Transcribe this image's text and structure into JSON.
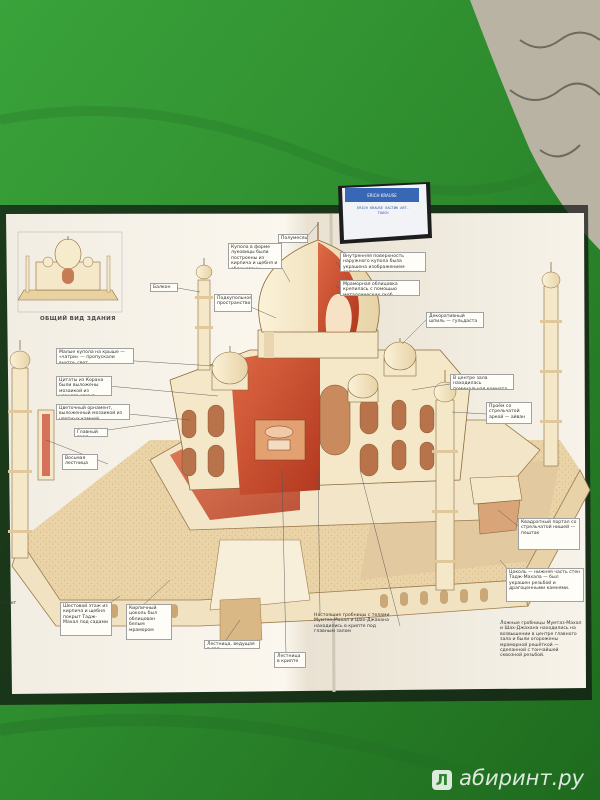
{
  "palette": {
    "fabric": "#2f8a2f",
    "page": "#fbf7ee",
    "marble": "#f3e6c8",
    "terracotta": "#d9774f",
    "brick": "#b84f2f",
    "dome_outer": "#f6ebcb",
    "dome_inner": "#c8402a",
    "courtyard": "#e8cfa3"
  },
  "caption": "ОБЩИЙ ВИД ЗДАНИЯ",
  "callouts": [
    {
      "text": "Полумесяц"
    },
    {
      "text": "Купола в форме луковицы были построены из кирпича и щебня и облицованы мрамором"
    },
    {
      "text": "Балкон"
    },
    {
      "text": "Подкупольное пространство"
    },
    {
      "text": "Внутренняя поверхность наружного купола была украшена изображением солнца."
    },
    {
      "text": "Мраморная облицовка крепилась с помощью металлических скоб."
    },
    {
      "text": "Декоративный шпиль — гульдаста"
    },
    {
      "text": "Малые купола на крыше — «чатри» — пропускали внутрь свет"
    },
    {
      "text": "Цитаты из Корана были выложены мозаикой из черного камня"
    },
    {
      "text": "Цветочный орнамент, выложенный мозаикой из цветных камней"
    },
    {
      "text": "Главный вход"
    },
    {
      "text": "Восьмая лестница"
    },
    {
      "text": "В центре зала находилась поминальная комната"
    },
    {
      "text": "Проём со стрельчатой аркой — айван"
    },
    {
      "text": "Квадратный портал со стрельчатой нишей — пештак"
    },
    {
      "text": "Цоколь — нижняя часть стен Тадж-Махала — был украшен резьбой и драгоценными камнями."
    },
    {
      "text": "Шестовой этаж из кирпича и щебня покрыт Тадж-Махал под садами"
    },
    {
      "text": "Кирпичный цоколь был облицован белым мрамором"
    },
    {
      "text": "Лестница, ведущая в сад"
    },
    {
      "text": "Лестница в крипте"
    },
    {
      "text": "Настоящие гробницы с телами Мумтаз-Махал и Шах-Джахана находились в крипте под главным залом"
    },
    {
      "text": "Ложные гробницы Мумтаз-Махал и Шах-Джахана находились на возвышении в центре главного зала и были огорожены мраморной решёткой — сделанной с тончайшей сквозной резьбой."
    },
    {
      "text": "нарет"
    }
  ],
  "eraser": {
    "label": "ERICH KRAUSE",
    "text": "ERICH KRAUSE ЛАСТИК ART-TOUCH"
  },
  "watermark": "абиринт.ру",
  "watermark_badge": "Л"
}
